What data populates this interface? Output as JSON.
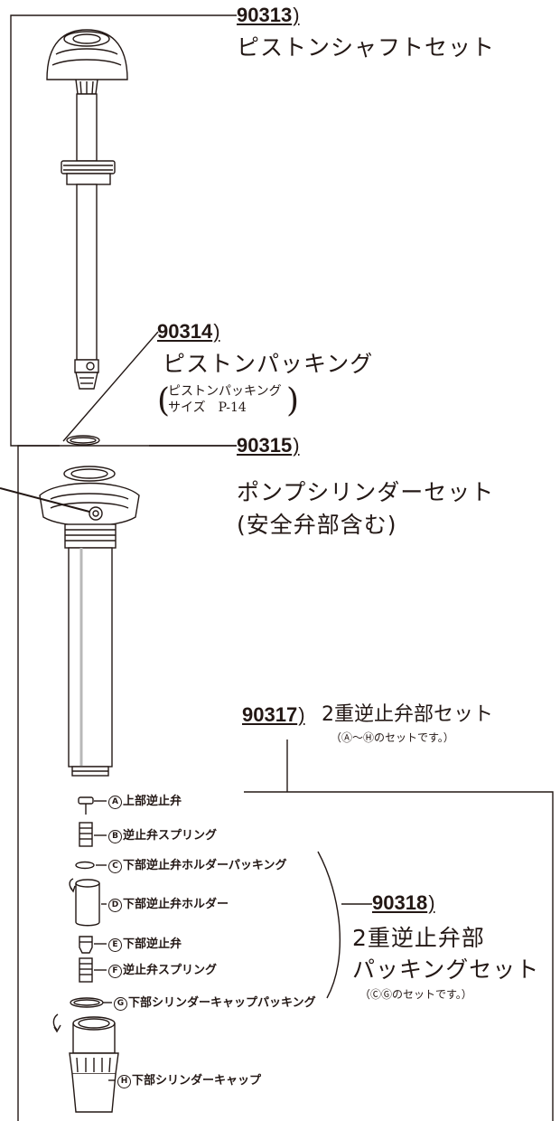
{
  "sets": [
    {
      "code": "90313",
      "name": "ピストンシャフトセット"
    },
    {
      "code": "90314",
      "name": "ピストンパッキング",
      "spec_line1": "ピストンパッキング",
      "spec_line2": "サイズ　P-14"
    },
    {
      "code": "90315",
      "name": "ポンプシリンダーセット",
      "name_line2": "(安全弁部含む)"
    },
    {
      "code": "90317",
      "name": "2重逆止弁部セット",
      "note": "（Ⓐ〜Ⓗのセットです。）"
    },
    {
      "code": "90318",
      "name_line1": "2重逆止弁部",
      "name_line2": "パッキングセット",
      "note": "（ⒸⒼのセットです。）"
    }
  ],
  "parts": [
    {
      "mark": "A",
      "label": "上部逆止弁"
    },
    {
      "mark": "B",
      "label": "逆止弁スプリング"
    },
    {
      "mark": "C",
      "label": "下部逆止弁ホルダーパッキング"
    },
    {
      "mark": "D",
      "label": "下部逆止弁ホルダー"
    },
    {
      "mark": "E",
      "label": "下部逆止弁"
    },
    {
      "mark": "F",
      "label": "逆止弁スプリング"
    },
    {
      "mark": "G",
      "label": "下部シリンダーキャップパッキング"
    },
    {
      "mark": "H",
      "label": "下部シリンダーキャップ"
    }
  ]
}
